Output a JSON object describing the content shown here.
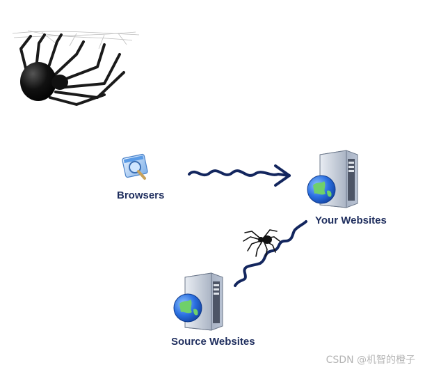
{
  "nodes": {
    "browsers": {
      "label": "Browsers",
      "icon": "browser-magnifier-icon"
    },
    "your_websites": {
      "label": "Your Websites",
      "icon": "server-globe-icon"
    },
    "source_websites": {
      "label": "Source Websites",
      "icon": "server-globe-icon"
    }
  },
  "edges": [
    {
      "from": "browsers",
      "to": "your_websites",
      "style": "wavy-arrow"
    },
    {
      "from": "source_websites",
      "to": "your_websites",
      "style": "zigzag-line-with-spider"
    }
  ],
  "watermark": "CSDN @机智的橙子",
  "colors": {
    "label": "#1f2e5e",
    "connector": "#13265e",
    "server": "#9aa6b8",
    "globe": "#1e5fd6",
    "spider": "#111111"
  }
}
